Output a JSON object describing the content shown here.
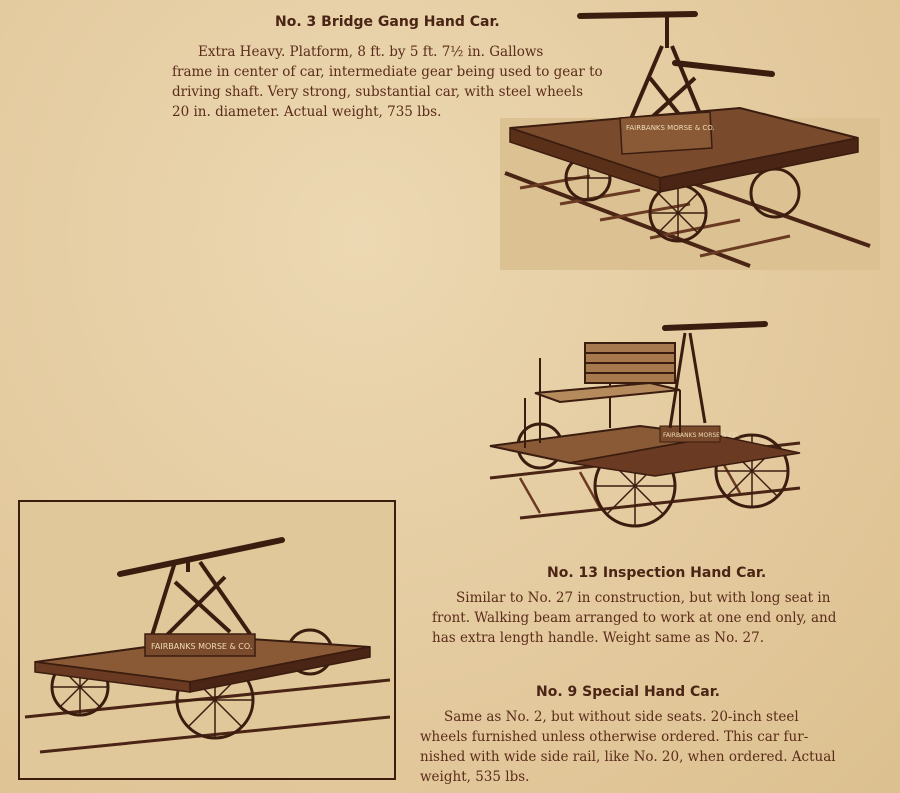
{
  "sections": [
    {
      "id": "no3",
      "title": "No. 3 Bridge Gang Hand Car.",
      "lines": [
        "Extra Heavy.  Platform, 8 ft. by 5 ft. 7½ in.  Gallows",
        "frame in center of car, intermediate gear being used to gear to",
        "driving shaft.  Very strong, substantial car, with steel wheels",
        "20 in. diameter.  Actual weight, 735 lbs."
      ],
      "image_label": "FAIRBANKS MORSE & CO."
    },
    {
      "id": "no13",
      "title": "No. 13 Inspection Hand Car.",
      "lines": [
        "Similar to No. 27 in construction, but with long seat in",
        "front.  Walking beam arranged to work at one end only, and",
        "has extra length handle.  Weight same as No. 27."
      ],
      "image_label": "FAIRBANKS MORSE & CO."
    },
    {
      "id": "no9",
      "title": "No. 9 Special Hand Car.",
      "lines": [
        "Same as No. 2, but without side seats.  20-inch steel",
        "wheels furnished unless otherwise ordered.  This car fur-",
        "nished with wide side rail, like No. 20, when ordered.  Actual",
        "weight, 535 lbs."
      ],
      "image_label": "FAIRBANKS MORSE & CO."
    }
  ],
  "colors": {
    "paper": "#e6cfa6",
    "ink": "#5a2c1a",
    "print_frame": "#3b1d10"
  }
}
